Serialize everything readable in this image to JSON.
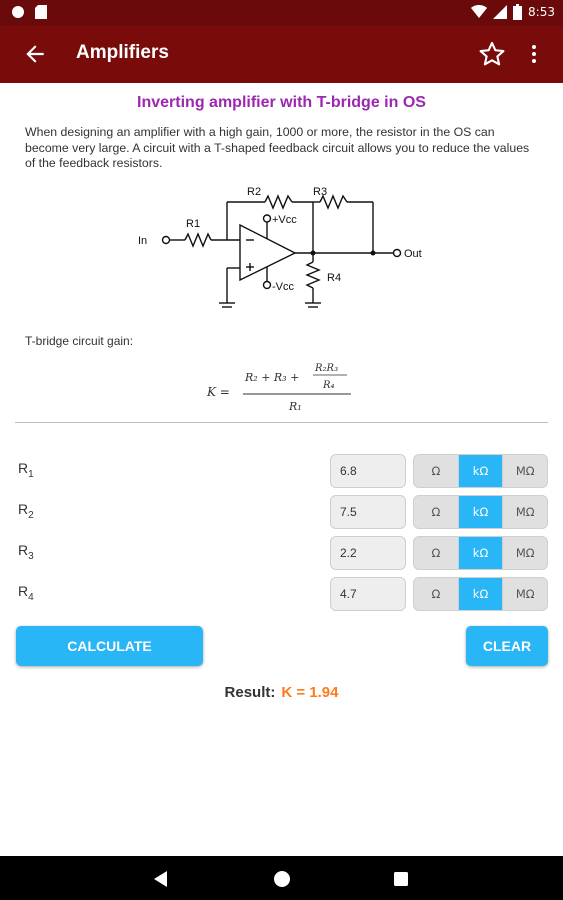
{
  "status_bar": {
    "time": "8:53"
  },
  "app_bar": {
    "title": "Amplifiers",
    "icons": [
      "back-arrow-icon",
      "star-outline-icon",
      "more-vert-icon"
    ]
  },
  "content": {
    "title": "Inverting amplifier with T-bridge in OS",
    "description": "When designing an amplifier with a high gain, 1000 or more, the resistor in the OS can become very large. A circuit with a T-shaped feedback circuit allows you to reduce the values of the feedback resistors.",
    "circuit": {
      "in_label": "In",
      "out_label": "Out",
      "vcc_pos": "+Vcc",
      "vcc_neg": "-Vcc",
      "r1": "R1",
      "r2": "R2",
      "r3": "R3",
      "r4": "R4"
    },
    "gain_label": "T-bridge circuit gain:",
    "formula": {
      "lhs": "K =",
      "num_a": "R₂ + R₃ +",
      "frac_num": "R₂R₃",
      "frac_den": "R₄",
      "den": "R₁"
    }
  },
  "inputs": [
    {
      "label": "R",
      "sub": "1",
      "value": "6.8",
      "units": [
        "Ω",
        "kΩ",
        "MΩ"
      ],
      "selected": 1
    },
    {
      "label": "R",
      "sub": "2",
      "value": "7.5",
      "units": [
        "Ω",
        "kΩ",
        "MΩ"
      ],
      "selected": 1
    },
    {
      "label": "R",
      "sub": "3",
      "value": "2.2",
      "units": [
        "Ω",
        "kΩ",
        "MΩ"
      ],
      "selected": 1
    },
    {
      "label": "R",
      "sub": "4",
      "value": "4.7",
      "units": [
        "Ω",
        "kΩ",
        "MΩ"
      ],
      "selected": 1
    }
  ],
  "buttons": {
    "calculate": "CALCULATE",
    "clear": "CLEAR"
  },
  "result": {
    "label": "Result:",
    "value": "K = 1.94"
  },
  "colors": {
    "appbar": "#7a0b0b",
    "accent": "#29b6f6",
    "title": "#9c27b0",
    "result": "#ff7a1a"
  }
}
